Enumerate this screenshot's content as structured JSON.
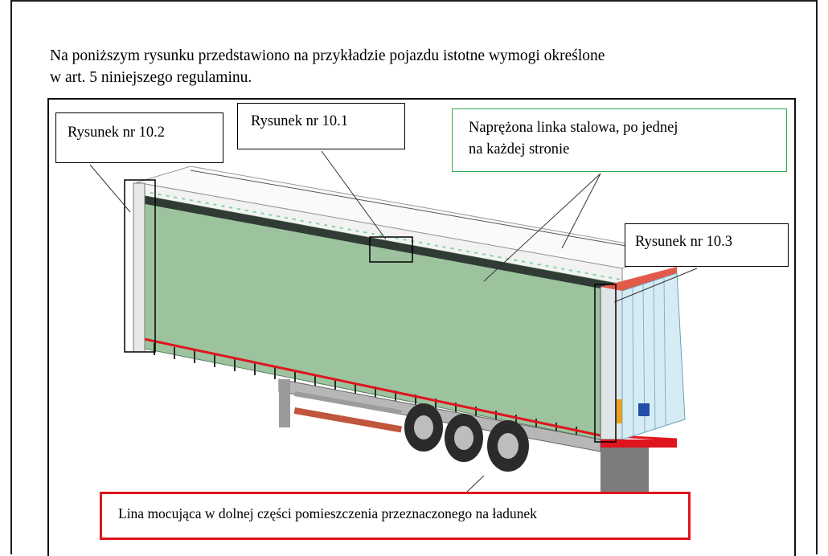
{
  "intro": {
    "line1": "Na poniższym rysunku przedstawiono na przykładzie pojazdu istotne wymogi określone",
    "line2": "w art. 5 niniejszego regulaminu."
  },
  "callouts": {
    "fig_10_2": "Rysunek nr 10.2",
    "fig_10_1": "Rysunek nr 10.1",
    "cable_line1": "Naprężona linka stalowa, po jednej",
    "cable_line2": "na każdej stronie",
    "fig_10_3": "Rysunek nr 10.3",
    "rope": "Lina mocująca w dolnej części pomieszczenia przeznaczonego na ładunek"
  },
  "colors": {
    "curtain": "#9cc39e",
    "rope_red": "#e0141e",
    "cable_box": "#2ea84a",
    "rear_door": "#d6ecf4"
  }
}
